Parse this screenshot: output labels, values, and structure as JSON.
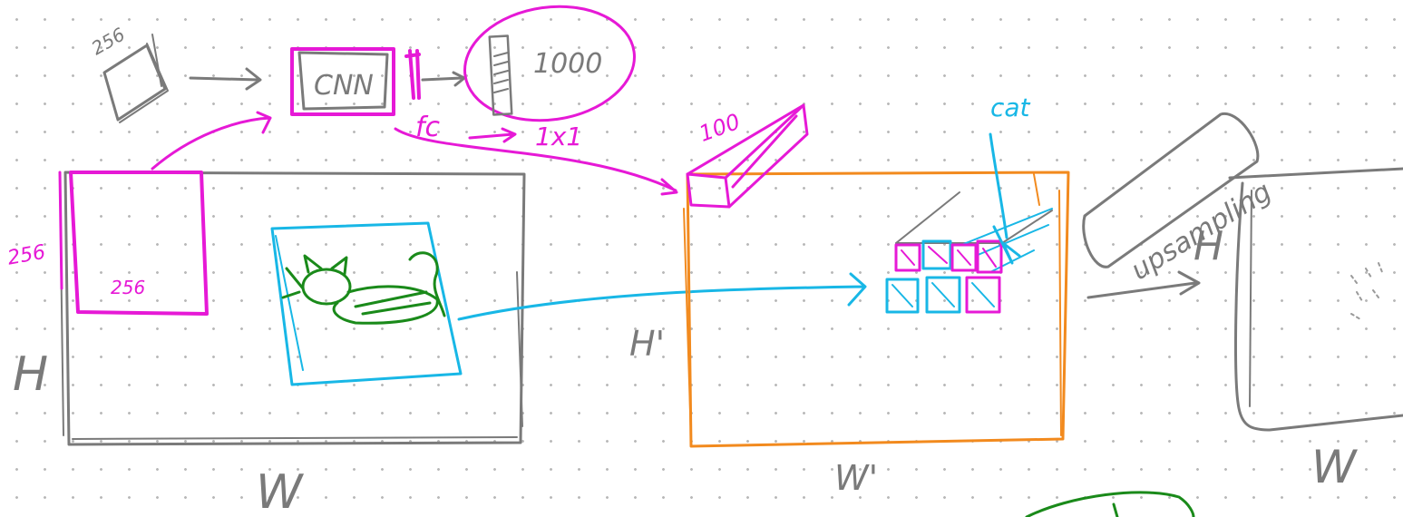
{
  "colors": {
    "background": "#ffffff",
    "grid_dot": "#b9b9b9",
    "gray_ink": "#7a7a7a",
    "magenta_ink": "#e619d6",
    "cyan_ink": "#18b7e6",
    "orange_ink": "#f28a1e",
    "green_ink": "#1a8a1a"
  },
  "top_pipeline": {
    "crop_size_label": "256",
    "cnn_label": "CNN",
    "output_label": "1000",
    "fc_label": "fc",
    "fc_output_label": "1x1"
  },
  "input_image": {
    "crop_size_width": "256",
    "crop_size_height": "256",
    "height_label": "H",
    "width_label": "W"
  },
  "feature_map": {
    "channel_label": "100",
    "class_label": "cat",
    "height_label": "H'",
    "width_label": "W'"
  },
  "upsampling": {
    "label": "upsampling"
  },
  "output_image": {
    "height_label": "H",
    "width_label": "W"
  }
}
